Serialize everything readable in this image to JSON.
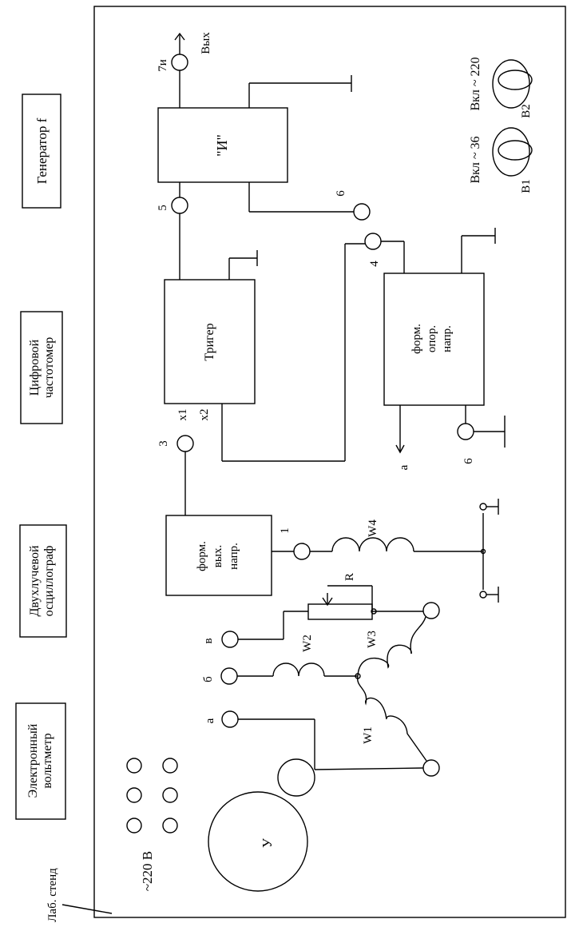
{
  "labels": {
    "generator": "Генератор f",
    "freq_line1": "Цифровой",
    "freq_line2": "частотомер",
    "osc_line1": "Двухлучевой",
    "osc_line2": "осциллограф",
    "volt_line1": "Электронный",
    "volt_line2": "вольтметр",
    "lab_stand": "Лаб. стенд",
    "v220": "~220  В",
    "and_gate": "\"И\"",
    "trigger": "Тригер",
    "form_ref_1": "форм.",
    "form_ref_2": "опор.",
    "form_ref_3": "напр.",
    "form_out_1": "форм.",
    "form_out_2": "вых.",
    "form_out_3": "напр.",
    "out": "Вых",
    "node_7i": "7и",
    "node_5": "5",
    "node_6_top": "6",
    "node_4": "4",
    "node_3": "3",
    "node_1": "1",
    "node_6_bottom": "6",
    "x1": "х1",
    "x2": "х2",
    "arrow_a": "а",
    "term_a": "а",
    "term_b": "б",
    "term_v": "в",
    "w1": "W1",
    "w2": "W2",
    "w3": "W3",
    "w4": "W4",
    "r": "R",
    "u": "У",
    "sw_on36": "Вкл ~ 36",
    "sw_on220": "Вкл ~ 220",
    "b1": "В1",
    "b2": "В2"
  }
}
